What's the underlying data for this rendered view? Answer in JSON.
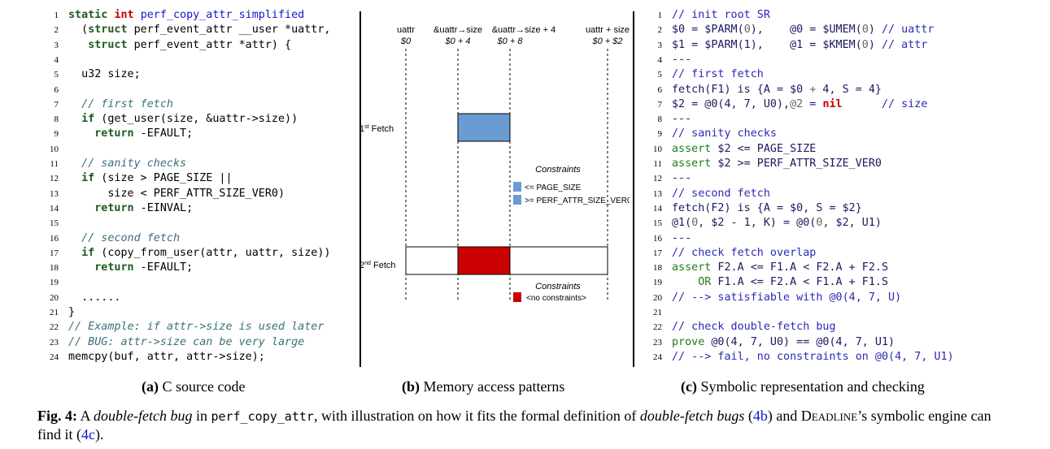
{
  "panel_a": {
    "lines": [
      {
        "n": "1",
        "segs": [
          [
            "kw",
            "static "
          ],
          [
            "ty",
            "int "
          ],
          [
            "fn",
            "perf_copy_attr_simplified"
          ]
        ]
      },
      {
        "n": "2",
        "segs": [
          [
            "",
            "  ("
          ],
          [
            "kw",
            "struct"
          ],
          [
            "",
            " perf_event_attr __user *uattr,"
          ]
        ]
      },
      {
        "n": "3",
        "segs": [
          [
            "",
            "   "
          ],
          [
            "kw",
            "struct"
          ],
          [
            "",
            " perf_event_attr *attr) {"
          ]
        ]
      },
      {
        "n": "4",
        "segs": []
      },
      {
        "n": "5",
        "segs": [
          [
            "",
            "  u32 size;"
          ]
        ]
      },
      {
        "n": "6",
        "segs": []
      },
      {
        "n": "7",
        "segs": [
          [
            "cm",
            "  // first fetch"
          ]
        ]
      },
      {
        "n": "8",
        "segs": [
          [
            "kw",
            "  if"
          ],
          [
            "",
            " (get_user(size, &uattr->size))"
          ]
        ]
      },
      {
        "n": "9",
        "segs": [
          [
            "kw",
            "    return"
          ],
          [
            "",
            " -EFAULT;"
          ]
        ]
      },
      {
        "n": "10",
        "segs": []
      },
      {
        "n": "11",
        "segs": [
          [
            "cm",
            "  // sanity checks"
          ]
        ]
      },
      {
        "n": "12",
        "segs": [
          [
            "kw",
            "  if"
          ],
          [
            "",
            " (size > PAGE_SIZE ||"
          ]
        ]
      },
      {
        "n": "13",
        "segs": [
          [
            "",
            "      size < PERF_ATTR_SIZE_VER0)"
          ]
        ]
      },
      {
        "n": "14",
        "segs": [
          [
            "kw",
            "    return"
          ],
          [
            "",
            " -EINVAL;"
          ]
        ]
      },
      {
        "n": "15",
        "segs": []
      },
      {
        "n": "16",
        "segs": [
          [
            "cm",
            "  // second fetch"
          ]
        ]
      },
      {
        "n": "17",
        "segs": [
          [
            "kw",
            "  if"
          ],
          [
            "",
            " (copy_from_user(attr, uattr, size))"
          ]
        ]
      },
      {
        "n": "18",
        "segs": [
          [
            "kw",
            "    return"
          ],
          [
            "",
            " -EFAULT;"
          ]
        ]
      },
      {
        "n": "19",
        "segs": []
      },
      {
        "n": "20",
        "segs": [
          [
            "",
            "  ......"
          ]
        ]
      },
      {
        "n": "21",
        "segs": [
          [
            "",
            "}"
          ]
        ]
      },
      {
        "n": "22",
        "segs": [
          [
            "cm",
            "// Example: if attr->size is used later"
          ]
        ]
      },
      {
        "n": "23",
        "segs": [
          [
            "cm",
            "// BUG: attr->size can be very large"
          ]
        ]
      },
      {
        "n": "24",
        "segs": [
          [
            "",
            "memcpy(buf, attr, attr->size);"
          ]
        ]
      }
    ],
    "caption_bold": "(a)",
    "caption_text": " C source code"
  },
  "panel_b": {
    "columns": [
      {
        "label": "uattr",
        "sub": "$0"
      },
      {
        "label": "&uattr→size",
        "sub": "$0 + 4"
      },
      {
        "label": "&uattr→size + 4",
        "sub": "$0 + 8"
      },
      {
        "label": "uattr + size",
        "sub": "$0 + $2"
      }
    ],
    "fetch1": {
      "label": "1",
      "sup": "st",
      "suffix": " Fetch"
    },
    "fetch2": {
      "label": "2",
      "sup": "nd",
      "suffix": " Fetch"
    },
    "constraints1": {
      "title": "Constraints",
      "items": [
        "<= PAGE_SIZE",
        ">= PERF_ATTR_SIZE_VER0"
      ],
      "color": "#6a9bd1"
    },
    "constraints2": {
      "title": "Constraints",
      "items": [
        "<no constraints>"
      ],
      "color": "#cc0000"
    },
    "blue": "#6a9bd1",
    "red": "#cc0000",
    "caption_bold": "(b)",
    "caption_text": " Memory access patterns"
  },
  "panel_c": {
    "lines": [
      {
        "n": "1",
        "segs": [
          [
            "cm2",
            "// init root SR"
          ]
        ]
      },
      {
        "n": "2",
        "segs": [
          [
            "tx-c",
            "$0 = $PARM("
          ],
          [
            "num",
            "0"
          ],
          [
            "tx-c",
            "),    @0 = $UMEM("
          ],
          [
            "num",
            "0"
          ],
          [
            "tx-c",
            ") "
          ],
          [
            "cm2",
            "// uattr"
          ]
        ]
      },
      {
        "n": "3",
        "segs": [
          [
            "tx-c",
            "$1 = $PARM(1),    @1 = $KMEM("
          ],
          [
            "num",
            "0"
          ],
          [
            "tx-c",
            ") "
          ],
          [
            "cm2",
            "// attr"
          ]
        ]
      },
      {
        "n": "4",
        "segs": [
          [
            "tx-c",
            "---"
          ]
        ]
      },
      {
        "n": "5",
        "segs": [
          [
            "cm2",
            "// first fetch"
          ]
        ]
      },
      {
        "n": "6",
        "segs": [
          [
            "tx-c",
            "fetch(F1) is {A = $0 "
          ],
          [
            "num",
            "+"
          ],
          [
            "tx-c",
            " 4, S = 4}"
          ]
        ]
      },
      {
        "n": "7",
        "segs": [
          [
            "tx-c",
            "$2 = @0(4, 7, U0),"
          ],
          [
            "num",
            "@2"
          ],
          [
            "tx-c",
            " = "
          ],
          [
            "ty",
            "nil"
          ],
          [
            "tx-c",
            "      "
          ],
          [
            "cm2",
            "// size"
          ]
        ]
      },
      {
        "n": "8",
        "segs": [
          [
            "tx-c",
            "---"
          ]
        ]
      },
      {
        "n": "9",
        "segs": [
          [
            "cm2",
            "// sanity checks"
          ]
        ]
      },
      {
        "n": "10",
        "segs": [
          [
            "gr",
            "assert"
          ],
          [
            "tx-c",
            " $2 <= PAGE_SIZE"
          ]
        ]
      },
      {
        "n": "11",
        "segs": [
          [
            "gr",
            "assert"
          ],
          [
            "tx-c",
            " $2 >= PERF_ATTR_SIZE_VER0"
          ]
        ]
      },
      {
        "n": "12",
        "segs": [
          [
            "tx-c",
            "---"
          ]
        ]
      },
      {
        "n": "13",
        "segs": [
          [
            "cm2",
            "// second fetch"
          ]
        ]
      },
      {
        "n": "14",
        "segs": [
          [
            "tx-c",
            "fetch(F2) is {A = $0, S = $2}"
          ]
        ]
      },
      {
        "n": "15",
        "segs": [
          [
            "tx-c",
            "@1("
          ],
          [
            "num",
            "0"
          ],
          [
            "tx-c",
            ", $2 - 1, K) = @0("
          ],
          [
            "num",
            "0"
          ],
          [
            "tx-c",
            ", $2, U1)"
          ]
        ]
      },
      {
        "n": "16",
        "segs": [
          [
            "tx-c",
            "---"
          ]
        ]
      },
      {
        "n": "17",
        "segs": [
          [
            "cm2",
            "// check fetch overlap"
          ]
        ]
      },
      {
        "n": "18",
        "segs": [
          [
            "gr",
            "assert"
          ],
          [
            "tx-c",
            " F2.A <= F1.A < F2.A + F2.S"
          ]
        ]
      },
      {
        "n": "19",
        "segs": [
          [
            "tx-c",
            "    "
          ],
          [
            "gr",
            "OR"
          ],
          [
            "tx-c",
            " F1.A <= F2.A < F1.A + F1.S"
          ]
        ]
      },
      {
        "n": "20",
        "segs": [
          [
            "cm2",
            "// --> satisfiable with @0(4, 7, U)"
          ]
        ]
      },
      {
        "n": "21",
        "segs": []
      },
      {
        "n": "22",
        "segs": [
          [
            "cm2",
            "// check double-fetch bug"
          ]
        ]
      },
      {
        "n": "23",
        "segs": [
          [
            "gr",
            "prove"
          ],
          [
            "tx-c",
            " @0(4, 7, U0) == @0(4, 7, U1)"
          ]
        ]
      },
      {
        "n": "24",
        "segs": [
          [
            "cm2",
            "// --> fail, no constraints on @0(4, 7, U1)"
          ]
        ]
      }
    ],
    "caption_bold": "(c)",
    "caption_text": " Symbolic representation and checking"
  },
  "figure_caption": {
    "label": "Fig. 4:",
    "t1": " A ",
    "em1": "double-fetch bug",
    "t2": " in ",
    "mono": "perf_copy_attr",
    "t3": ", with illustration on how it fits the formal definition of ",
    "em2": "double-fetch bugs",
    "t4": " (",
    "ref1": "4b",
    "t5": ") and ",
    "sc": "Deadline",
    "t6": "’s symbolic engine can find it (",
    "ref2": "4c",
    "t7": ")."
  }
}
